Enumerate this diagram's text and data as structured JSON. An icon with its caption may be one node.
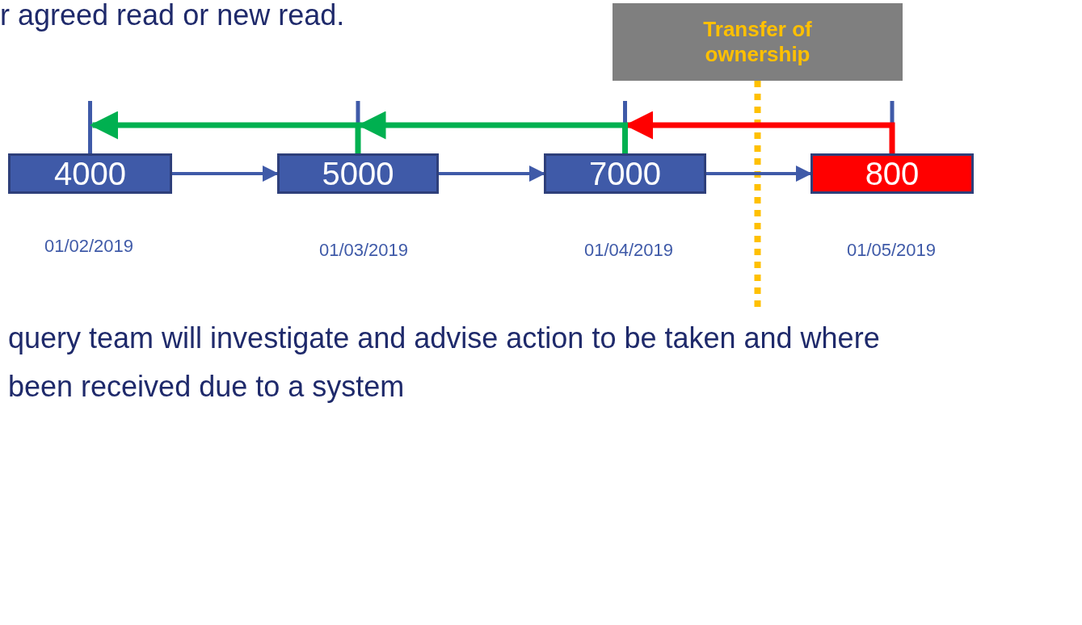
{
  "diagram": {
    "nodes": [
      {
        "text": [
          "4000"
        ],
        "beside": [
          "01/02/2019"
        ]
      },
      {
        "text": [
          "5000"
        ],
        "beside": [
          "01/03/2019"
        ]
      },
      {
        "text": [
          "7000"
        ],
        "beside": [
          "01/04/2019"
        ]
      },
      {
        "text": [
          "800"
        ],
        "beside": [
          "01/05/2019"
        ]
      },
      {
        "text": [
          "Transfer of ownership"
        ]
      }
    ],
    "edges": [
      {
        "from": 0,
        "to": 1,
        "arrow": "to"
      },
      {
        "from": 1,
        "to": 2,
        "arrow": "to"
      },
      {
        "from": 2,
        "to": 3,
        "arrow": "to"
      },
      {
        "from": 3,
        "to": 2,
        "arrow": "to",
        "color": "#ff0000"
      },
      {
        "from": 2,
        "to": 1,
        "arrow": "to",
        "color": "#00b050"
      },
      {
        "from": 1,
        "to": 0,
        "arrow": "to",
        "color": "#00b050"
      }
    ],
    "labels": [
      "r agreed read or new read.",
      "query team will investigate and advise action to be taken and where",
      "been received due to a system"
    ]
  }
}
